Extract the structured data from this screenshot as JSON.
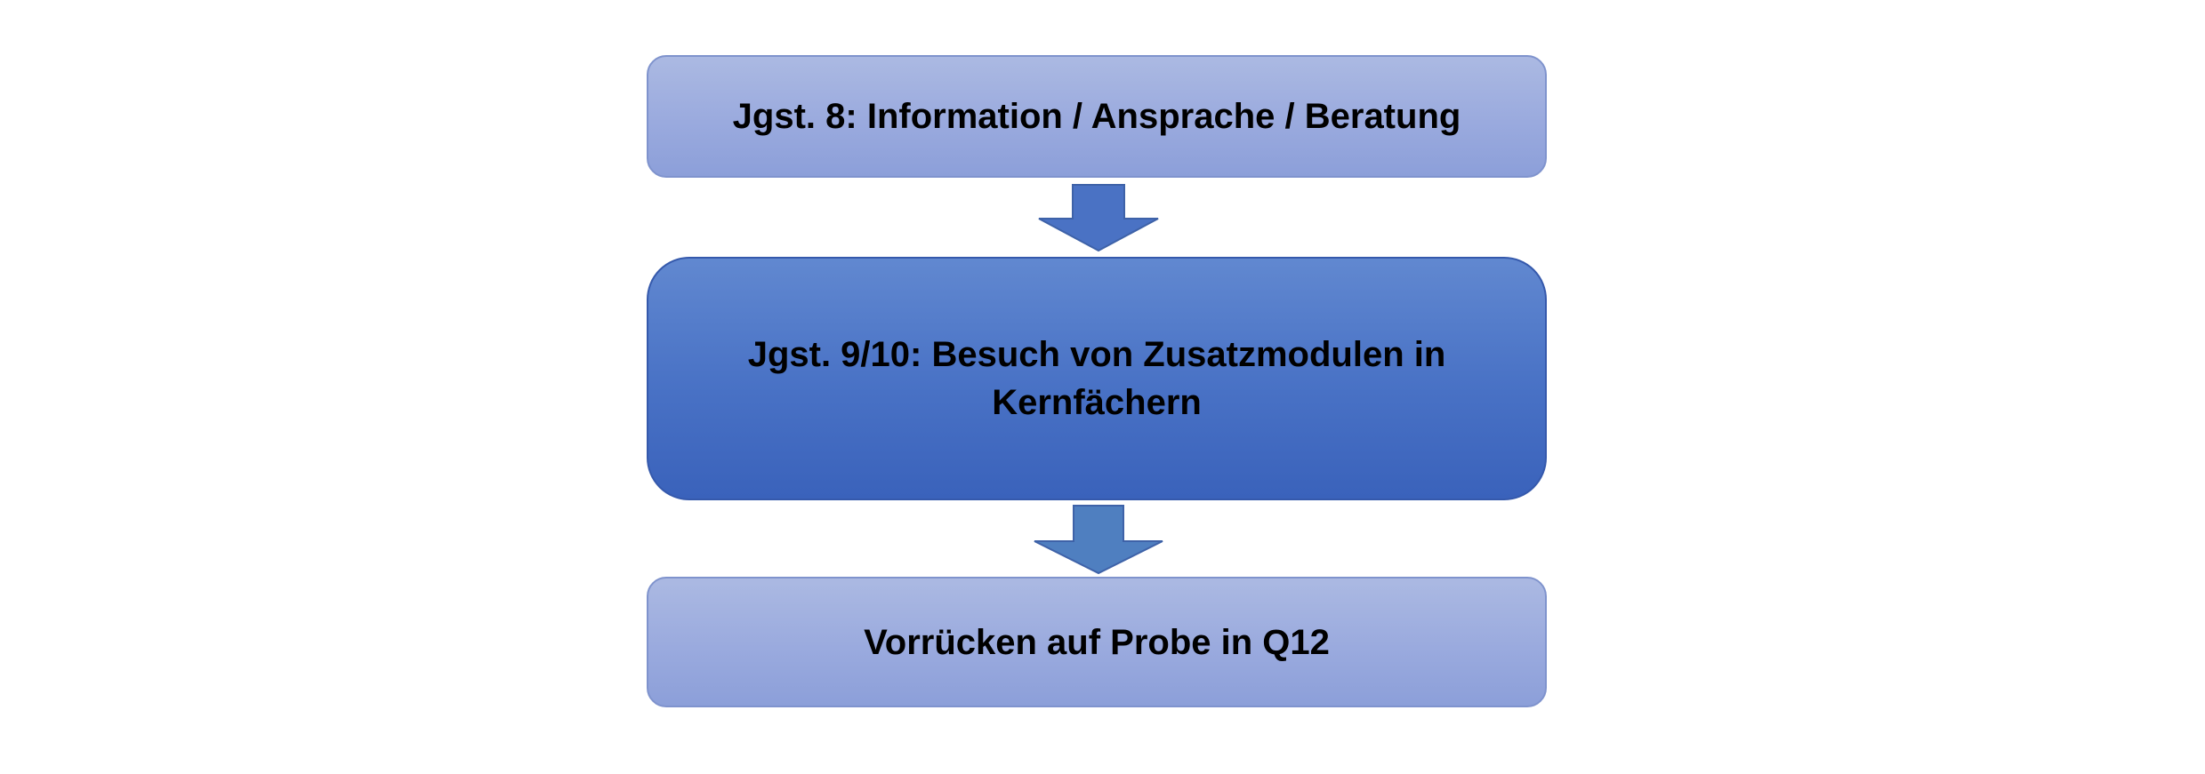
{
  "diagram": {
    "steps": [
      {
        "label": "Jgst. 8: Information / Ansprache / Beratung"
      },
      {
        "label": "Jgst. 9/10: Besuch von Zusatzmodulen in Kernfächern"
      },
      {
        "label": "Vorrücken auf Probe in Q12"
      }
    ],
    "colors": {
      "light_box": "#9aaade",
      "dark_box": "#4a73c6",
      "arrow_1": "#4a72c4",
      "arrow_2": "#4f7fc0",
      "arrow_outline": "#3e62a8"
    }
  }
}
